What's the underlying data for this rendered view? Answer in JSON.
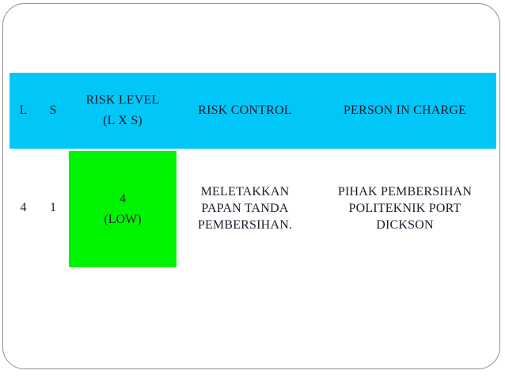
{
  "slide": {
    "background_color": "#ffffff",
    "border_color": "#8f8f8f"
  },
  "table": {
    "colors": {
      "header_background": "#00c7f7",
      "risk_level_cell_background": "#00f400",
      "text": "#1c1c2e"
    },
    "header": {
      "col_l": "L",
      "col_s": "S",
      "col_risk_level_line1": "RISK LEVEL",
      "col_risk_level_line2": "(L X S)",
      "col_risk_control": "RISK CONTROL",
      "col_person_in_charge": "PERSON IN CHARGE"
    },
    "row": {
      "l": "4",
      "s": "1",
      "risk_level_value": "4",
      "risk_level_label": "(LOW)",
      "risk_control_lines": [
        "MELETAKKAN",
        "PAPAN TANDA",
        "PEMBERSIHAN."
      ],
      "person_in_charge_lines": [
        "PIHAK PEMBERSIHAN",
        "POLITEKNIK PORT",
        "DICKSON"
      ]
    }
  }
}
